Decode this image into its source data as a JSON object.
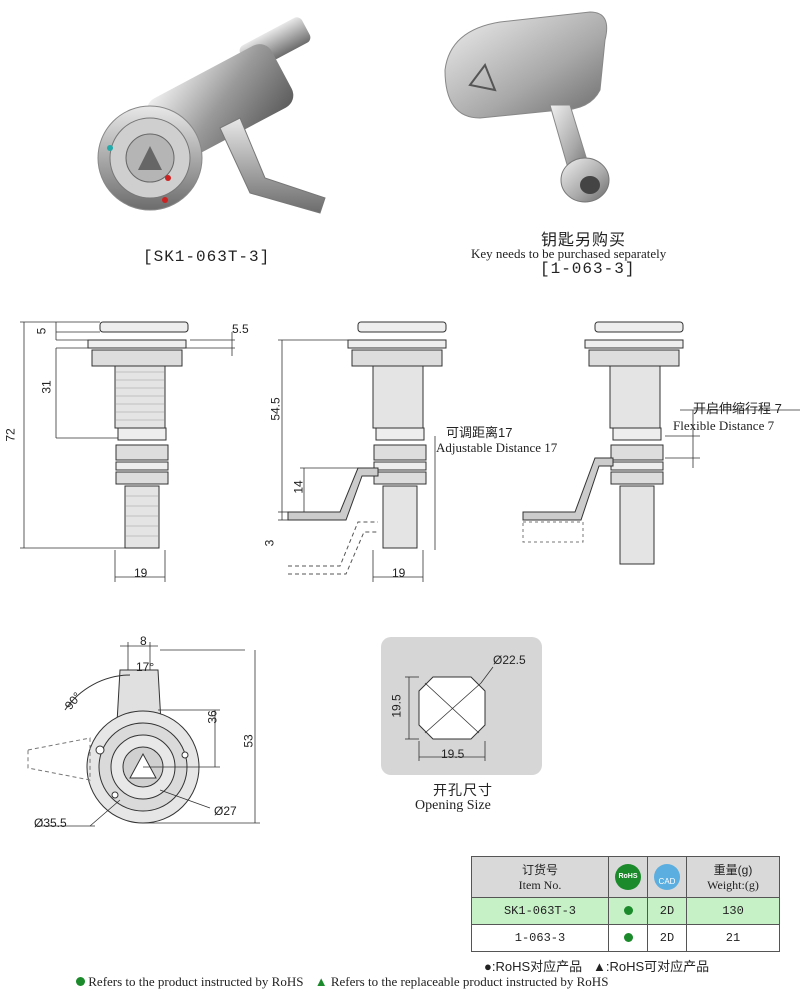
{
  "photo_left": {
    "caption": "[SK1-063T-3]"
  },
  "photo_right": {
    "caption_cn": "钥匙另购买",
    "caption_en": "Key needs to be purchased separately",
    "code": "[1-063-3]"
  },
  "drawing1": {
    "dims": {
      "top": "5",
      "right": "5.5",
      "mid": "31",
      "total": "72",
      "width": "19"
    }
  },
  "drawing2": {
    "dims": {
      "height": "54.5",
      "stroke": "14",
      "bottom": "3",
      "width": "19"
    },
    "label_cn": "可调距离17",
    "label_en": "Adjustable Distance 17"
  },
  "drawing3": {
    "label_cn": "开启伸缩行程 7",
    "label_en": "Flexible Distance 7"
  },
  "front_view": {
    "dims": {
      "handle": "8",
      "angle_small": "17°",
      "angle_large": "90°",
      "h1": "36",
      "h2": "53",
      "d_inner": "Ø27",
      "d_outer": "Ø35.5"
    }
  },
  "opening": {
    "dims": {
      "diag": "Ø22.5",
      "h": "19.5",
      "w": "19.5"
    },
    "label_cn": "开孔尺寸",
    "label_en": "Opening Size"
  },
  "table": {
    "headers": {
      "item_cn": "订货号",
      "item_en": "Item No.",
      "rohs": "RoHS",
      "cad": "CAD",
      "weight_cn": "重量(g)",
      "weight_en": "Weight:(g)"
    },
    "rows": [
      {
        "item": "SK1-063T-3",
        "cad": "2D",
        "weight": "130"
      },
      {
        "item": "1-063-3",
        "cad": "2D",
        "weight": "21"
      }
    ]
  },
  "legend": {
    "cn_line": "●:RoHS对应产品   ▲:RoHS可对应产品",
    "en_rohs": "Refers to the product instructed by RoHS",
    "en_replace": "Refers to the replaceable product instructed by RoHS"
  },
  "colors": {
    "green": "#1a8a2a",
    "highlight": "#c6f0c6",
    "header": "#d9d9d9"
  }
}
